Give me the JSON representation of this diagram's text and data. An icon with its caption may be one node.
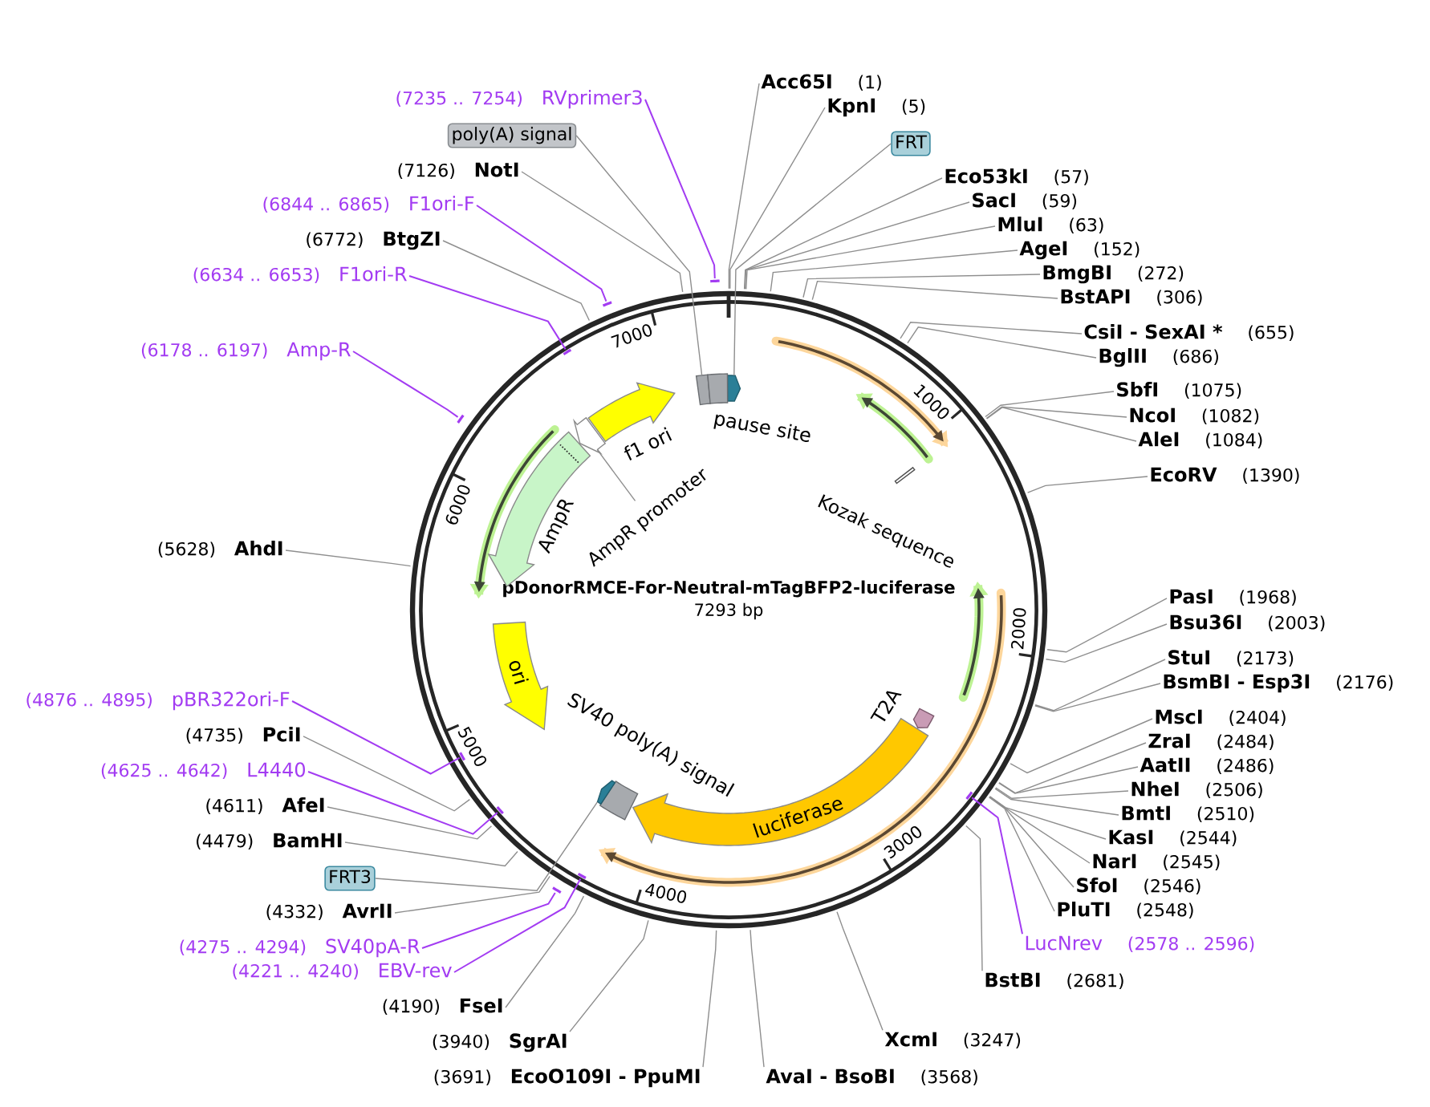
{
  "diagram": {
    "nodes": [
      {
        "text": [
          "Acc65I"
        ],
        "beside": [
          "(1)"
        ]
      },
      {
        "text": [
          "KpnI"
        ],
        "beside": [
          "(5)"
        ]
      },
      {
        "text": [
          "FRT"
        ]
      },
      {
        "text": [
          "Eco53kI"
        ],
        "beside": [
          "(57)"
        ]
      },
      {
        "text": [
          "SacI"
        ],
        "beside": [
          "(59)"
        ]
      },
      {
        "text": [
          "MluI"
        ],
        "beside": [
          "(63)"
        ]
      },
      {
        "text": [
          "AgeI"
        ],
        "beside": [
          "(152)"
        ]
      },
      {
        "text": [
          "BmgBI"
        ],
        "beside": [
          "(272)"
        ]
      },
      {
        "text": [
          "BstAPI"
        ],
        "beside": [
          "(306)"
        ]
      },
      {
        "text": [
          "CsiI - SexAI *"
        ],
        "beside": [
          "(655)"
        ]
      },
      {
        "text": [
          "BglII"
        ],
        "beside": [
          "(686)"
        ]
      },
      {
        "text": [
          "SbfI"
        ],
        "beside": [
          "(1075)"
        ]
      },
      {
        "text": [
          "NcoI"
        ],
        "beside": [
          "(1082)"
        ]
      },
      {
        "text": [
          "AleI"
        ],
        "beside": [
          "(1084)"
        ]
      },
      {
        "text": [
          "EcoRV"
        ],
        "beside": [
          "(1390)"
        ]
      },
      {
        "text": [
          "PasI"
        ],
        "beside": [
          "(1968)"
        ]
      },
      {
        "text": [
          "Bsu36I"
        ],
        "beside": [
          "(2003)"
        ]
      },
      {
        "text": [
          "StuI"
        ],
        "beside": [
          "(2173)"
        ]
      },
      {
        "text": [
          "BsmBI - Esp3I"
        ],
        "beside": [
          "(2176)"
        ]
      },
      {
        "text": [
          "MscI"
        ],
        "beside": [
          "(2404)"
        ]
      },
      {
        "text": [
          "ZraI"
        ],
        "beside": [
          "(2484)"
        ]
      },
      {
        "text": [
          "AatII"
        ],
        "beside": [
          "(2486)"
        ]
      },
      {
        "text": [
          "NheI"
        ],
        "beside": [
          "(2506)"
        ]
      },
      {
        "text": [
          "BmtI"
        ],
        "beside": [
          "(2510)"
        ]
      },
      {
        "text": [
          "KasI"
        ],
        "beside": [
          "(2544)"
        ]
      },
      {
        "text": [
          "NarI"
        ],
        "beside": [
          "(2545)"
        ]
      },
      {
        "text": [
          "SfoI"
        ],
        "beside": [
          "(2546)"
        ]
      },
      {
        "text": [
          "PluTI"
        ],
        "beside": [
          "(2548)"
        ]
      },
      {
        "text": [
          "LucNrev"
        ],
        "beside": [
          "(2578 .. 2596)"
        ]
      },
      {
        "text": [
          "BstBI"
        ],
        "beside": [
          "(2681)"
        ]
      },
      {
        "text": [
          "XcmI"
        ],
        "beside": [
          "(3247)"
        ]
      },
      {
        "text": [
          "AvaI - BsoBI"
        ],
        "beside": [
          "(3568)"
        ]
      },
      {
        "text": [
          "EcoO109I - PpuMI"
        ],
        "beside": [
          "(3691)"
        ]
      },
      {
        "text": [
          "SgrAI"
        ],
        "beside": [
          "(3940)"
        ]
      },
      {
        "text": [
          "FseI"
        ],
        "beside": [
          "(4190)"
        ]
      },
      {
        "text": [
          "EBV-rev"
        ],
        "beside": [
          "(4221 .. 4240)"
        ]
      },
      {
        "text": [
          "SV40pA-R"
        ],
        "beside": [
          "(4275 .. 4294)"
        ]
      },
      {
        "text": [
          "AvrII"
        ],
        "beside": [
          "(4332)"
        ]
      },
      {
        "text": [
          "FRT3"
        ]
      },
      {
        "text": [
          "BamHI"
        ],
        "beside": [
          "(4479)"
        ]
      },
      {
        "text": [
          "AfeI"
        ],
        "beside": [
          "(4611)"
        ]
      },
      {
        "text": [
          "L4440"
        ],
        "beside": [
          "(4625 .. 4642)"
        ]
      },
      {
        "text": [
          "PciI"
        ],
        "beside": [
          "(4735)"
        ]
      },
      {
        "text": [
          "pBR322ori-F"
        ],
        "beside": [
          "(4876 .. 4895)"
        ]
      },
      {
        "text": [
          "AhdI"
        ],
        "beside": [
          "(5628)"
        ]
      },
      {
        "text": [
          "Amp-R"
        ],
        "beside": [
          "(6178 .. 6197)"
        ]
      },
      {
        "text": [
          "F1ori-R"
        ],
        "beside": [
          "(6634 .. 6653)"
        ]
      },
      {
        "text": [
          "BtgZI"
        ],
        "beside": [
          "(6772)"
        ]
      },
      {
        "text": [
          "F1ori-F"
        ],
        "beside": [
          "(6844 .. 6865)"
        ]
      },
      {
        "text": [
          "NotI"
        ],
        "beside": [
          "(7126)"
        ]
      },
      {
        "text": [
          "poly(A) signal"
        ]
      },
      {
        "text": [
          "RVprimer3"
        ],
        "beside": [
          "(7235 .. 7254)"
        ]
      },
      {
        "text": [
          "pDonorRMCE-For-Neutral-mTagBFP2-luciferase",
          "7293 bp"
        ]
      },
      {
        "text": [],
        "shape": "box",
        "in": 52
      },
      {
        "text": [
          "Kozak sequence"
        ],
        "in": 52
      },
      {
        "text": [
          "T2A"
        ],
        "in": 52
      },
      {
        "text": [
          "luciferase"
        ],
        "in": 52
      },
      {
        "text": [
          "SV40 poly(A) signal"
        ],
        "in": 52
      },
      {
        "text": [],
        "shape": "box",
        "in": 52
      },
      {
        "text": [
          "ori"
        ],
        "in": 52
      },
      {
        "text": [
          "AmpR"
        ],
        "in": 52
      },
      {
        "text": [],
        "shape": "box",
        "in": 52
      },
      {
        "text": [
          "AmpR promoter"
        ],
        "in": 52
      },
      {
        "text": [
          "f1 ori"
        ],
        "in": 52
      },
      {
        "text": [],
        "shape": "box",
        "in": 52
      },
      {
        "text": [
          "pause site"
        ],
        "in": 52
      },
      {
        "text": [],
        "shape": "bar",
        "in": 52
      },
      {
        "text": [],
        "shape": "bar",
        "in": 52
      },
      {
        "text": [],
        "shape": "bar"
      },
      {
        "text": [],
        "shape": "bar",
        "in": 52
      },
      {
        "text": [],
        "shape": "bar",
        "in": 52
      },
      {
        "text": [],
        "shape": "bar"
      },
      {
        "text": [],
        "shape": "bar",
        "in": 52
      },
      {
        "text": [],
        "shape": "bar"
      },
      {
        "text": [],
        "shape": "bar"
      }
    ],
    "edges": [
      {
        "from": 0,
        "to": 52,
        "arrow": "none"
      },
      {
        "from": 1,
        "to": 52,
        "arrow": "none"
      },
      {
        "from": 2,
        "to": 53,
        "arrow": "none"
      },
      {
        "from": 3,
        "to": 52,
        "arrow": "none"
      },
      {
        "from": 4,
        "to": 52,
        "arrow": "none"
      },
      {
        "from": 5,
        "to": 52,
        "arrow": "none"
      },
      {
        "from": 6,
        "to": 52,
        "arrow": "none"
      },
      {
        "from": 7,
        "to": 52,
        "arrow": "none"
      },
      {
        "from": 8,
        "to": 52,
        "arrow": "none"
      },
      {
        "from": 9,
        "to": 52,
        "arrow": "none"
      },
      {
        "from": 10,
        "to": 52,
        "arrow": "none"
      },
      {
        "from": 11,
        "to": 52,
        "arrow": "none"
      },
      {
        "from": 12,
        "to": 52,
        "arrow": "none"
      },
      {
        "from": 13,
        "to": 52,
        "arrow": "none"
      },
      {
        "from": 14,
        "to": 52,
        "arrow": "none"
      },
      {
        "from": 15,
        "to": 52,
        "arrow": "none"
      },
      {
        "from": 16,
        "to": 52,
        "arrow": "none"
      },
      {
        "from": 17,
        "to": 52,
        "arrow": "none"
      },
      {
        "from": 18,
        "to": 52,
        "arrow": "none"
      },
      {
        "from": 19,
        "to": 52,
        "arrow": "none"
      },
      {
        "from": 20,
        "to": 52,
        "arrow": "none"
      },
      {
        "from": 21,
        "to": 52,
        "arrow": "none"
      },
      {
        "from": 22,
        "to": 52,
        "arrow": "none"
      },
      {
        "from": 23,
        "to": 52,
        "arrow": "none"
      },
      {
        "from": 24,
        "to": 52,
        "arrow": "none"
      },
      {
        "from": 25,
        "to": 52,
        "arrow": "none"
      },
      {
        "from": 26,
        "to": 52,
        "arrow": "none"
      },
      {
        "from": 27,
        "to": 52,
        "arrow": "none"
      },
      {
        "from": 28,
        "to": 66,
        "arrow": "none",
        "color": "#a33cf2"
      },
      {
        "from": 29,
        "to": 52,
        "arrow": "none"
      },
      {
        "from": 30,
        "to": 52,
        "arrow": "none"
      },
      {
        "from": 31,
        "to": 52,
        "arrow": "none"
      },
      {
        "from": 32,
        "to": 52,
        "arrow": "none"
      },
      {
        "from": 33,
        "to": 52,
        "arrow": "none"
      },
      {
        "from": 34,
        "to": 52,
        "arrow": "none"
      },
      {
        "from": 35,
        "to": 67,
        "arrow": "none",
        "color": "#a33cf2"
      },
      {
        "from": 36,
        "to": 68,
        "arrow": "none",
        "color": "#a33cf2"
      },
      {
        "from": 37,
        "to": 52,
        "arrow": "none"
      },
      {
        "from": 38,
        "to": 58,
        "arrow": "none"
      },
      {
        "from": 39,
        "to": 52,
        "arrow": "none"
      },
      {
        "from": 40,
        "to": 52,
        "arrow": "none"
      },
      {
        "from": 41,
        "to": 69,
        "arrow": "none",
        "color": "#a33cf2"
      },
      {
        "from": 42,
        "to": 52,
        "arrow": "none"
      },
      {
        "from": 43,
        "to": 70,
        "arrow": "none",
        "color": "#a33cf2"
      },
      {
        "from": 44,
        "to": 52,
        "arrow": "none"
      },
      {
        "from": 45,
        "to": 71,
        "arrow": "none",
        "color": "#a33cf2"
      },
      {
        "from": 46,
        "to": 72,
        "arrow": "none",
        "color": "#a33cf2"
      },
      {
        "from": 47,
        "to": 52,
        "arrow": "none"
      },
      {
        "from": 48,
        "to": 73,
        "arrow": "none",
        "color": "#a33cf2"
      },
      {
        "from": 49,
        "to": 52,
        "arrow": "none"
      },
      {
        "from": 50,
        "to": 64,
        "arrow": "none"
      },
      {
        "from": 51,
        "to": 74,
        "arrow": "none",
        "color": "#a33cf2"
      },
      {
        "from": 62,
        "to": 61,
        "arrow": "none"
      }
    ],
    "labels": [
      "1000",
      "2000",
      "3000",
      "4000",
      "5000",
      "6000",
      "7000"
    ]
  }
}
